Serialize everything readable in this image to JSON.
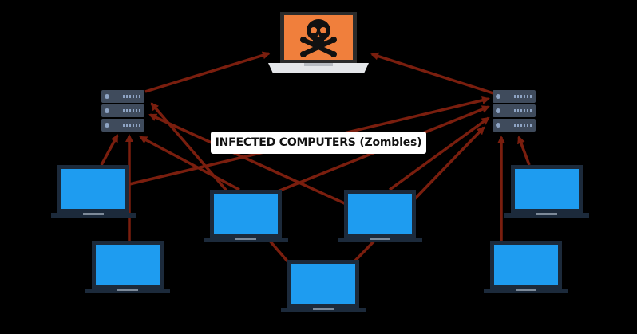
{
  "title": "",
  "colors": {
    "background": "#000000",
    "arrow": "#7a1e0e",
    "screen_infected": "#1e9cf0",
    "screen_attacker": "#f07f3c",
    "device_frame": "#1c2a3b",
    "server_body": "#3f4b5c",
    "label_bg": "#ffffff"
  },
  "attacker": {
    "name": "attacker-laptop",
    "icon": "skull-crossbones-icon"
  },
  "label": {
    "text": "INFECTED COMPUTERS (Zombies)"
  },
  "servers": [
    {
      "id": "server-left",
      "icon": "server-icon"
    },
    {
      "id": "server-right",
      "icon": "server-icon"
    }
  ],
  "zombies": [
    {
      "id": "zombie-left-top",
      "icon": "laptop-icon"
    },
    {
      "id": "zombie-left-bottom",
      "icon": "laptop-icon"
    },
    {
      "id": "zombie-center-left",
      "icon": "laptop-icon"
    },
    {
      "id": "zombie-center-right",
      "icon": "laptop-icon"
    },
    {
      "id": "zombie-center-bottom",
      "icon": "laptop-icon"
    },
    {
      "id": "zombie-right-top",
      "icon": "laptop-icon"
    },
    {
      "id": "zombie-right-bottom",
      "icon": "laptop-icon"
    }
  ]
}
